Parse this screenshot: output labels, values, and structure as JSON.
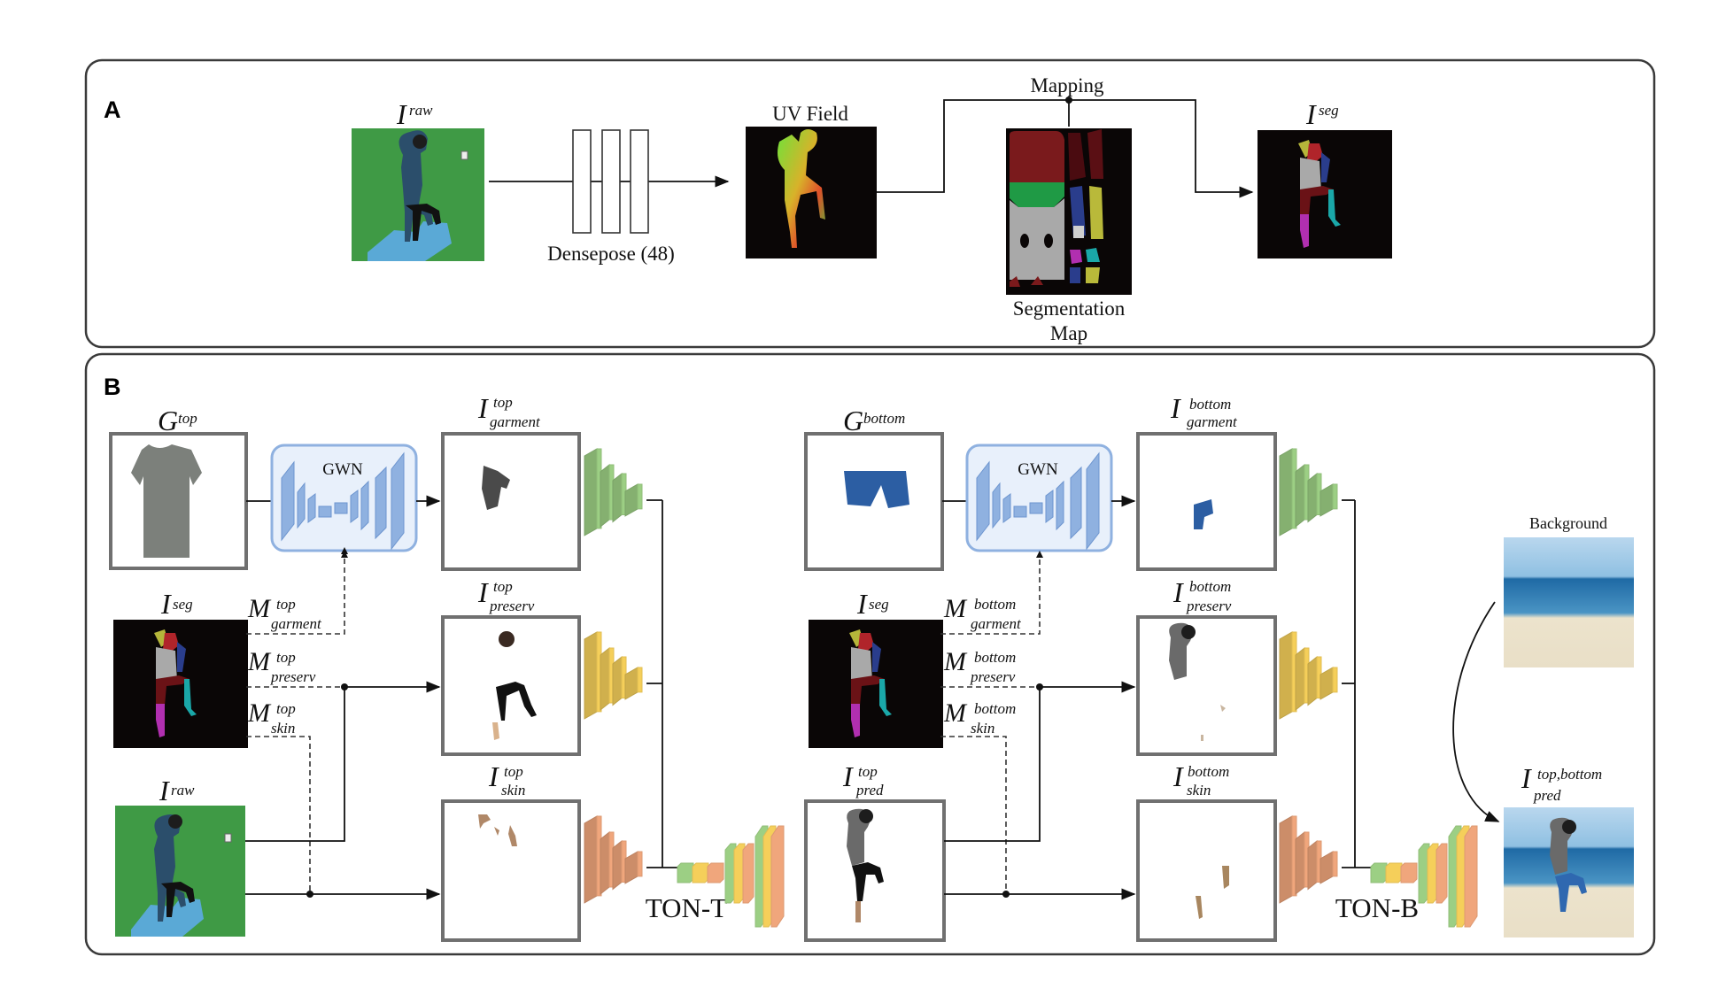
{
  "panels": {
    "a": {
      "label": "A",
      "input_image": {
        "symbol": "I",
        "sup": "raw",
        "description": "person on green screen"
      },
      "network": {
        "label": "Densepose (48)"
      },
      "uv_field": {
        "label": "UV Field"
      },
      "mapping": {
        "label": "Mapping"
      },
      "segmentation_map": {
        "label_line1": "Segmentation",
        "label_line2": "Map"
      },
      "output_image": {
        "symbol": "I",
        "sup": "seg"
      }
    },
    "b": {
      "label": "B",
      "garment_top": {
        "symbol": "G",
        "sup": "top"
      },
      "garment_bottom": {
        "symbol": "G",
        "sup": "bottom"
      },
      "gwn_top": {
        "label": "GWN"
      },
      "gwn_bottom": {
        "label": "GWN"
      },
      "seg_top": {
        "symbol": "I",
        "sup": "seg"
      },
      "seg_bottom": {
        "symbol": "I",
        "sup": "seg"
      },
      "raw": {
        "symbol": "I",
        "sup": "raw"
      },
      "masks_top": [
        {
          "symbol": "M",
          "sup": "top",
          "sub": "garment"
        },
        {
          "symbol": "M",
          "sup": "top",
          "sub": "preserv"
        },
        {
          "symbol": "M",
          "sup": "top",
          "sub": "skin"
        }
      ],
      "masks_bottom": [
        {
          "symbol": "M",
          "sup": "bottom",
          "sub": "garment"
        },
        {
          "symbol": "M",
          "sup": "bottom",
          "sub": "preserv"
        },
        {
          "symbol": "M",
          "sup": "bottom",
          "sub": "skin"
        }
      ],
      "top_outputs": [
        {
          "symbol": "I",
          "sup": "top",
          "sub": "garment"
        },
        {
          "symbol": "I",
          "sup": "top",
          "sub": "preserv"
        },
        {
          "symbol": "I",
          "sup": "top",
          "sub": "skin"
        }
      ],
      "bottom_outputs": [
        {
          "symbol": "I",
          "sup": "bottom",
          "sub": "garment"
        },
        {
          "symbol": "I",
          "sup": "bottom",
          "sub": "preserv"
        },
        {
          "symbol": "I",
          "sup": "bottom",
          "sub": "skin"
        }
      ],
      "pred_top": {
        "symbol": "I",
        "sup": "top",
        "sub": "pred"
      },
      "ton_t": {
        "label": "TON-T"
      },
      "ton_b": {
        "label": "TON-B"
      },
      "background": {
        "label": "Background"
      },
      "pred_final": {
        "symbol": "I",
        "sup": "top,bottom",
        "sub": "pred"
      }
    }
  },
  "colors": {
    "green_screen": "#3f9a45",
    "gwn_fill": "#e8f0fb",
    "gwn_stroke": "#8fb1e0",
    "gwn_block": "#7aa0d6",
    "enc_green": "#9ccf84",
    "enc_yellow": "#f5cf5a",
    "enc_orange": "#f0a67c"
  }
}
